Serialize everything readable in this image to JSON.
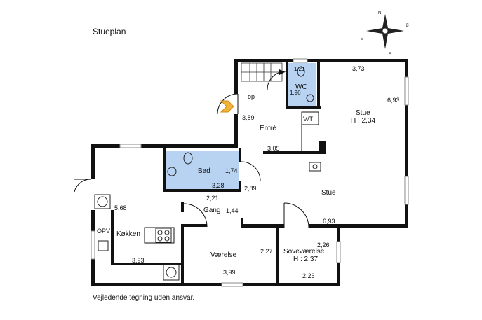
{
  "plan": {
    "title": "Stueplan",
    "footer": "Vejledende tegning uden ansvar.",
    "colors": {
      "wall": "#111111",
      "wet_room": "#b8d3f2",
      "arrow": "#f2b233",
      "window": "#aaaaaa"
    },
    "compass": {
      "n": "N",
      "o": "Ø",
      "s": "S",
      "v": "V"
    }
  },
  "rooms": {
    "wc": {
      "name": "WC",
      "dim_a": "1,21",
      "dim_b": "1,96"
    },
    "entre": {
      "name": "Entré",
      "stair": "op",
      "dim_a": "3,89",
      "dim_b": "3,05"
    },
    "vt": {
      "name": "V/T"
    },
    "stue_main": {
      "name": "Stue",
      "height": "H : 2,34",
      "dim_a": "3,73",
      "dim_b": "6,93"
    },
    "bad": {
      "name": "Bad",
      "dim_a": "1,74",
      "dim_b": "3,28",
      "dim_c": "2,21"
    },
    "stue_lower": {
      "name": "Stue",
      "dim_a": "2,89",
      "dim_b": "6,93"
    },
    "gang": {
      "name": "Gang",
      "dim_a": "1,44"
    },
    "kokken": {
      "name": "Køkken",
      "opv": "OPV",
      "dim_a": "5,68",
      "dim_b": "3,93"
    },
    "vaerelse": {
      "name": "Værelse",
      "dim_a": "2,27",
      "dim_b": "3,99"
    },
    "sovevaerelse": {
      "name": "Soveværelse",
      "height": "H : 2,37",
      "dim_a": "2,26",
      "dim_b": "2,26"
    }
  }
}
